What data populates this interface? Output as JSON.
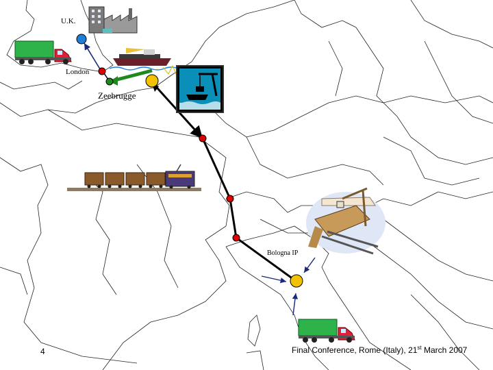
{
  "labels": {
    "uk": "U.K.",
    "london": "London",
    "zeebrugge": "Zeebrugge",
    "bologna": "Bologna IP"
  },
  "footer": {
    "page_number": "4",
    "text_pre": "Final Conference,  Rome (Italy), 21",
    "text_sup": "st",
    "text_post": " March 2007"
  },
  "colors": {
    "route": "#000000",
    "uk_node": "#1f7fd6",
    "terminal_node": "#f2c200",
    "border_node": "#e00000",
    "sea_link": "#1e8a1e",
    "truck_body": "#2db34a",
    "truck_cab": "#e0203a"
  },
  "icons": [
    "truck-icon",
    "factory-icon",
    "ship-icon",
    "crane-icon",
    "train-icon",
    "intermodal-terminal-icon"
  ]
}
